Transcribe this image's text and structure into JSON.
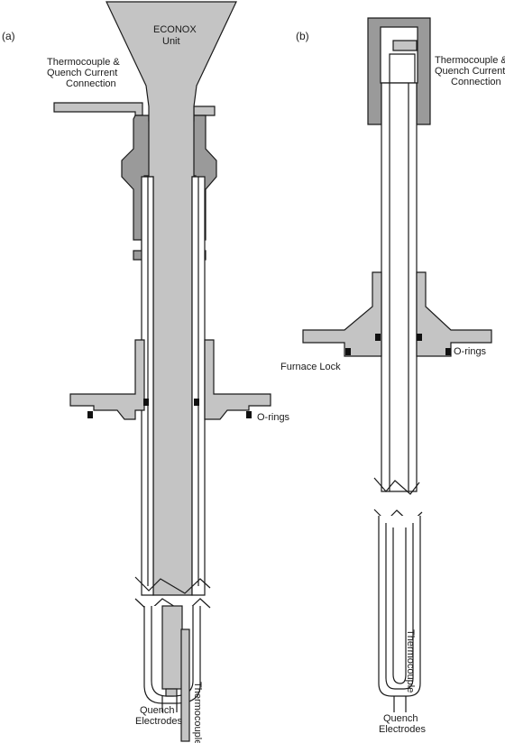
{
  "panel_a": {
    "tag": "(a)",
    "unit_label_line1": "ECONOX",
    "unit_label_line2": "Unit",
    "connection_label": [
      "Thermocouple &",
      "Quench Current",
      "Connection"
    ],
    "furnace_lock_label": "Furnace Lock",
    "orings_label": "O-rings",
    "electrodes_label": [
      "Quench",
      "Electrodes"
    ],
    "thermocouple_label": "Thermocouple"
  },
  "panel_b": {
    "tag": "(b)",
    "connection_label": [
      "Thermocouple &",
      "Quench Current",
      "Connection"
    ],
    "orings_label": "O-rings",
    "electrodes_label": [
      "Quench",
      "Electrodes"
    ],
    "thermocouple_label": "Thermocouple"
  },
  "colors": {
    "fill_gray": "#c4c4c4",
    "dark_gray": "#9a9a9a",
    "outline": "#1a1a1a",
    "seal_black": "#111111"
  }
}
